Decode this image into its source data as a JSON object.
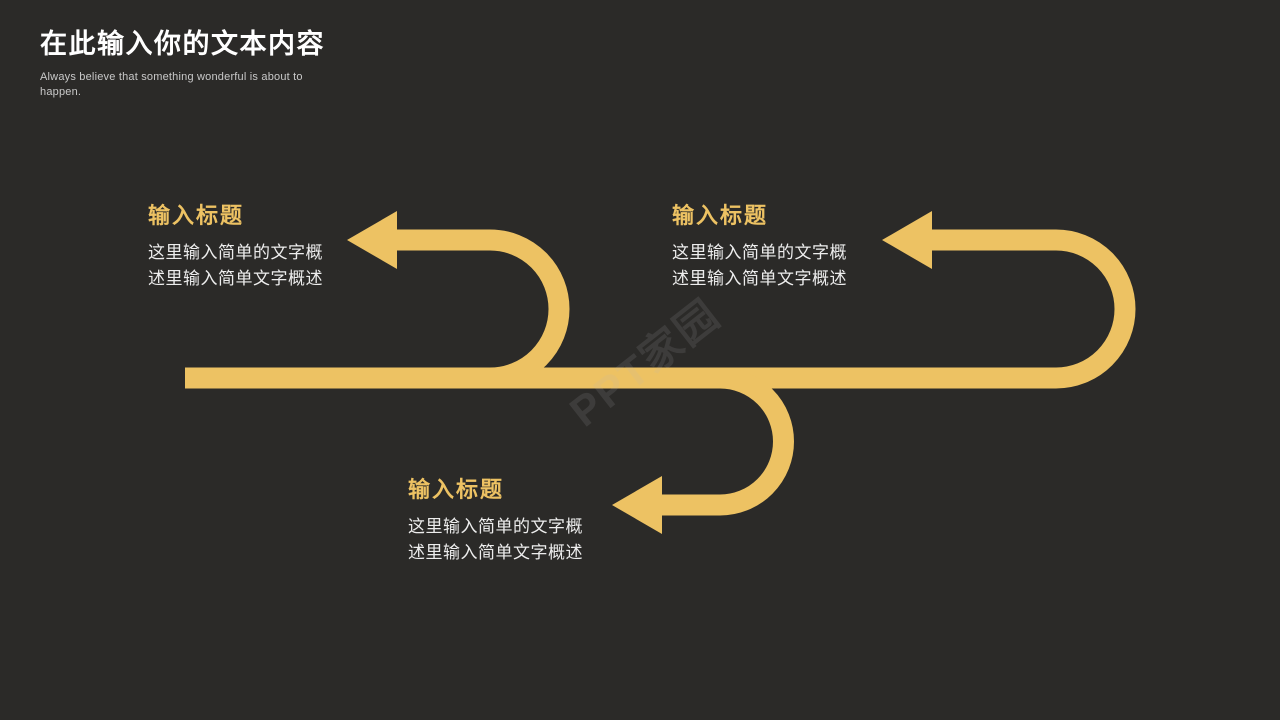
{
  "slide": {
    "title": "在此输入你的文本内容",
    "subtitle": "Always believe that something wonderful is about to happen.",
    "watermark": "PPT家园",
    "colors": {
      "background": "#2b2a28",
      "accent": "#edc263",
      "title_text": "#ffffff",
      "body_text": "#ededed",
      "subtitle_text": "#c9c9c9"
    }
  },
  "items": [
    {
      "title": "输入标题",
      "body": "这里输入简单的文字概述里输入简单文字概述"
    },
    {
      "title": "输入标题",
      "body": "这里输入简单的文字概述里输入简单文字概述"
    },
    {
      "title": "输入标题",
      "body": "这里输入简单的文字概述里输入简单文字概述"
    }
  ]
}
